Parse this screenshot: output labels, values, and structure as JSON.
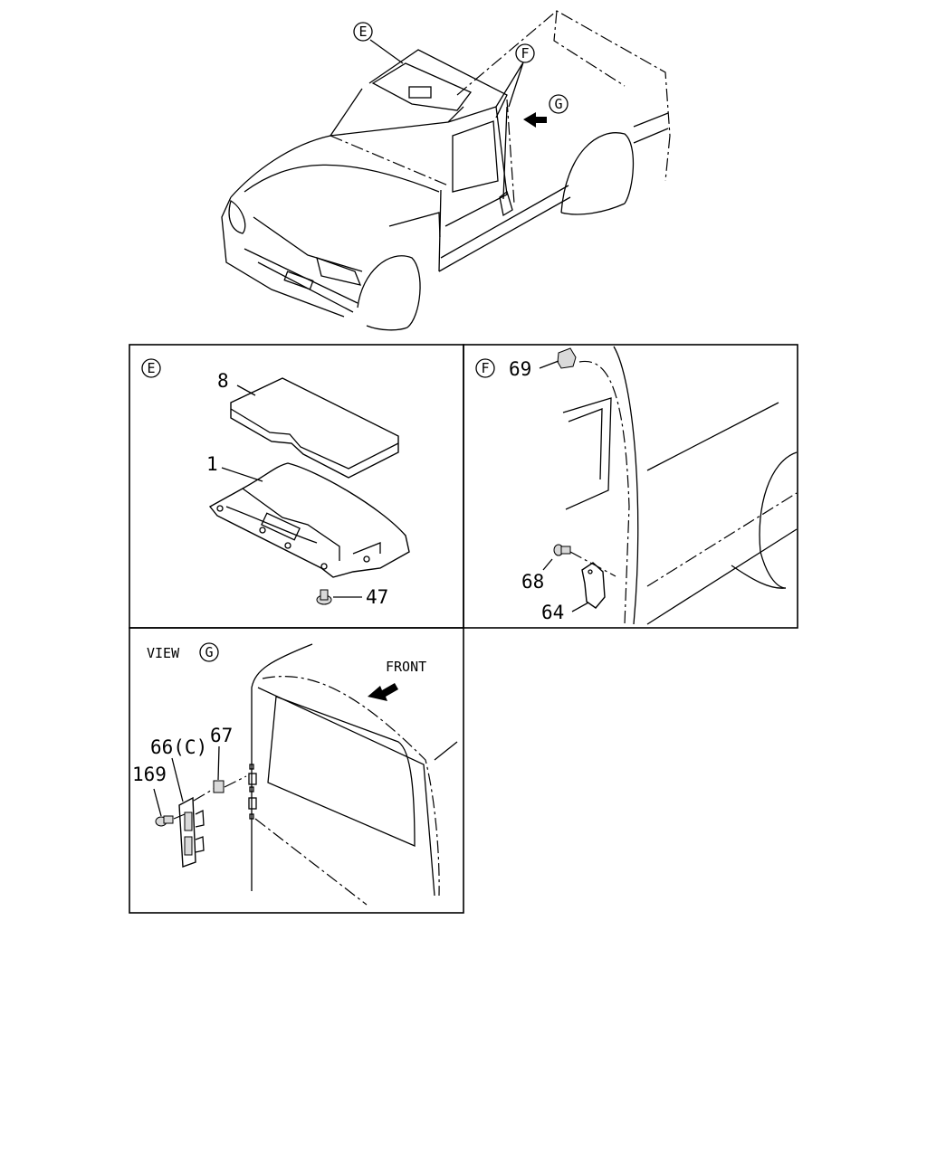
{
  "overview": {
    "view_e_marker": "E",
    "view_f_marker": "F",
    "view_g_marker": "G"
  },
  "panel_e": {
    "marker": "E",
    "callouts": {
      "part_8": "8",
      "part_1": "1",
      "part_47": "47"
    }
  },
  "panel_f": {
    "marker": "F",
    "callouts": {
      "part_69": "69",
      "part_68": "68",
      "part_64": "64"
    }
  },
  "panel_g": {
    "title": "VIEW",
    "marker": "G",
    "front_label": "FRONT",
    "callouts": {
      "part_66": "66(C)",
      "part_67": "67",
      "part_169": "169"
    }
  }
}
